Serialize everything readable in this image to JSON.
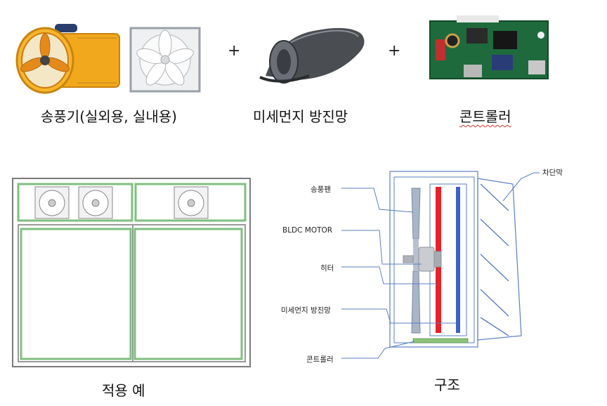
{
  "top_row": {
    "caption_fans": "송풍기(실외용, 실내용)",
    "caption_mesh": "미세먼지 방진망",
    "caption_controller": "콘트롤러",
    "plus_1": "+",
    "plus_2": "+"
  },
  "application_example": {
    "caption": "적용 예"
  },
  "structure": {
    "caption": "구조",
    "labels": {
      "fan": "송풍팬",
      "motor": "BLDC MOTOR",
      "heater": "히터",
      "mesh": "미세먼지 방진망",
      "controller": "콘트롤러",
      "shield": "차단막"
    },
    "colors": {
      "heater": "#e8202a",
      "mesh": "#3a62c8",
      "frame": "#5a7fbf",
      "controller": "#8dc27a",
      "window_green": "#7fbf7f"
    }
  }
}
